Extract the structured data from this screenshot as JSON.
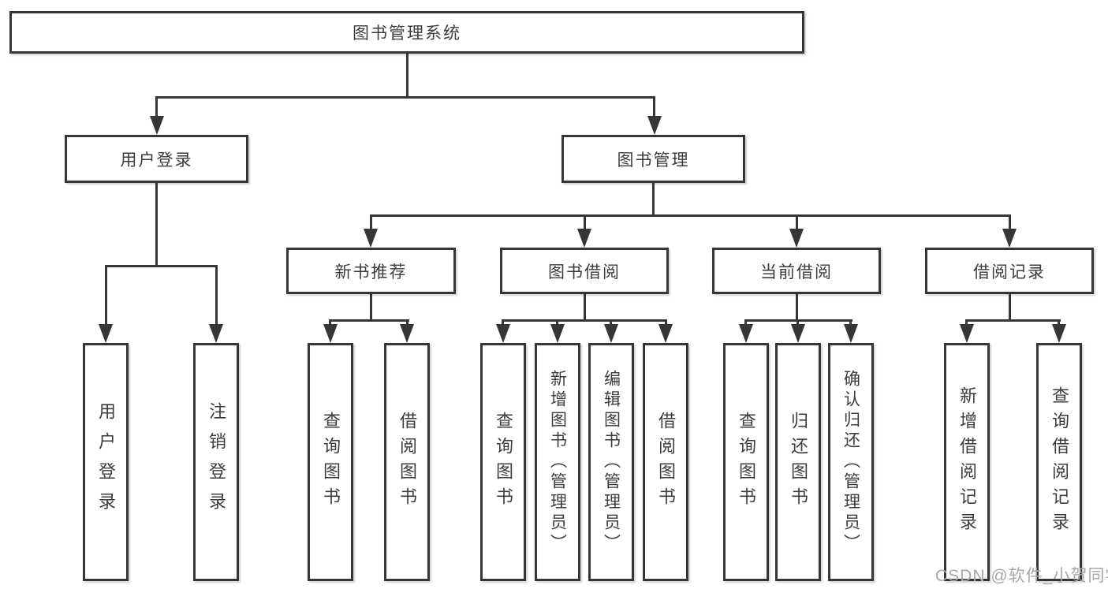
{
  "diagram": {
    "root": {
      "label": "图书管理系统"
    },
    "branches": {
      "user_login": {
        "label": "用户登录",
        "children": {
          "login": "用户登录",
          "logout": "注销登录"
        }
      },
      "book_management": {
        "label": "图书管理",
        "sections": {
          "new_book_recommend": {
            "label": "新书推荐",
            "children": {
              "query_books": "查询图书",
              "borrow_books": "借阅图书"
            }
          },
          "book_borrowing": {
            "label": "图书借阅",
            "children": {
              "query_books": "查询图书",
              "add_books": "新增图书（管理员）",
              "edit_books": "编辑图书（管理员）",
              "borrow_books": "借阅图书"
            }
          },
          "current_borrowing": {
            "label": "当前借阅",
            "children": {
              "query_books": "查询图书",
              "return_books": "归还图书",
              "confirm_return": "确认归还（管理员）"
            }
          },
          "borrowing_records": {
            "label": "借阅记录",
            "children": {
              "add_record": "新增借阅记录",
              "query_record": "查询借阅记录"
            }
          }
        }
      }
    }
  },
  "watermark": {
    "text": "CSDN @软件_小贺同学"
  },
  "colors": {
    "line": "#363636",
    "text": "#3c3c3c",
    "background": "#ffffff",
    "watermark": "#a8a8a8"
  }
}
